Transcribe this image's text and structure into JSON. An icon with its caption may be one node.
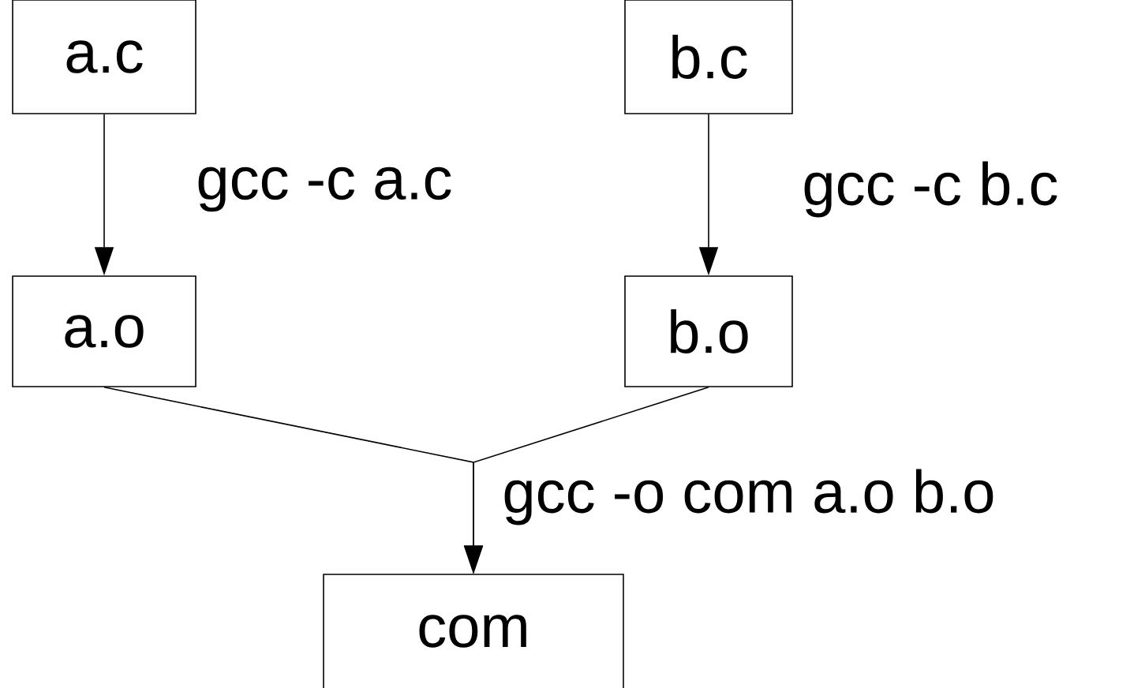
{
  "diagram": {
    "nodes": [
      {
        "text": [
          "a.c"
        ]
      },
      {
        "text": [
          "b.c"
        ]
      },
      {
        "text": [
          "a.o"
        ]
      },
      {
        "text": [
          "b.o"
        ]
      },
      {
        "text": [
          "com"
        ]
      }
    ],
    "edges": [
      {
        "from": 0,
        "to": 2,
        "arrow": "to",
        "label": "gcc -c a.c"
      },
      {
        "from": 1,
        "to": 3,
        "arrow": "to",
        "label": "gcc -c b.c"
      },
      {
        "from": 2,
        "to": 4,
        "arrow": "to",
        "label": "gcc -o com a.o b.o"
      },
      {
        "from": 3,
        "to": 4,
        "arrow": "to"
      }
    ]
  }
}
